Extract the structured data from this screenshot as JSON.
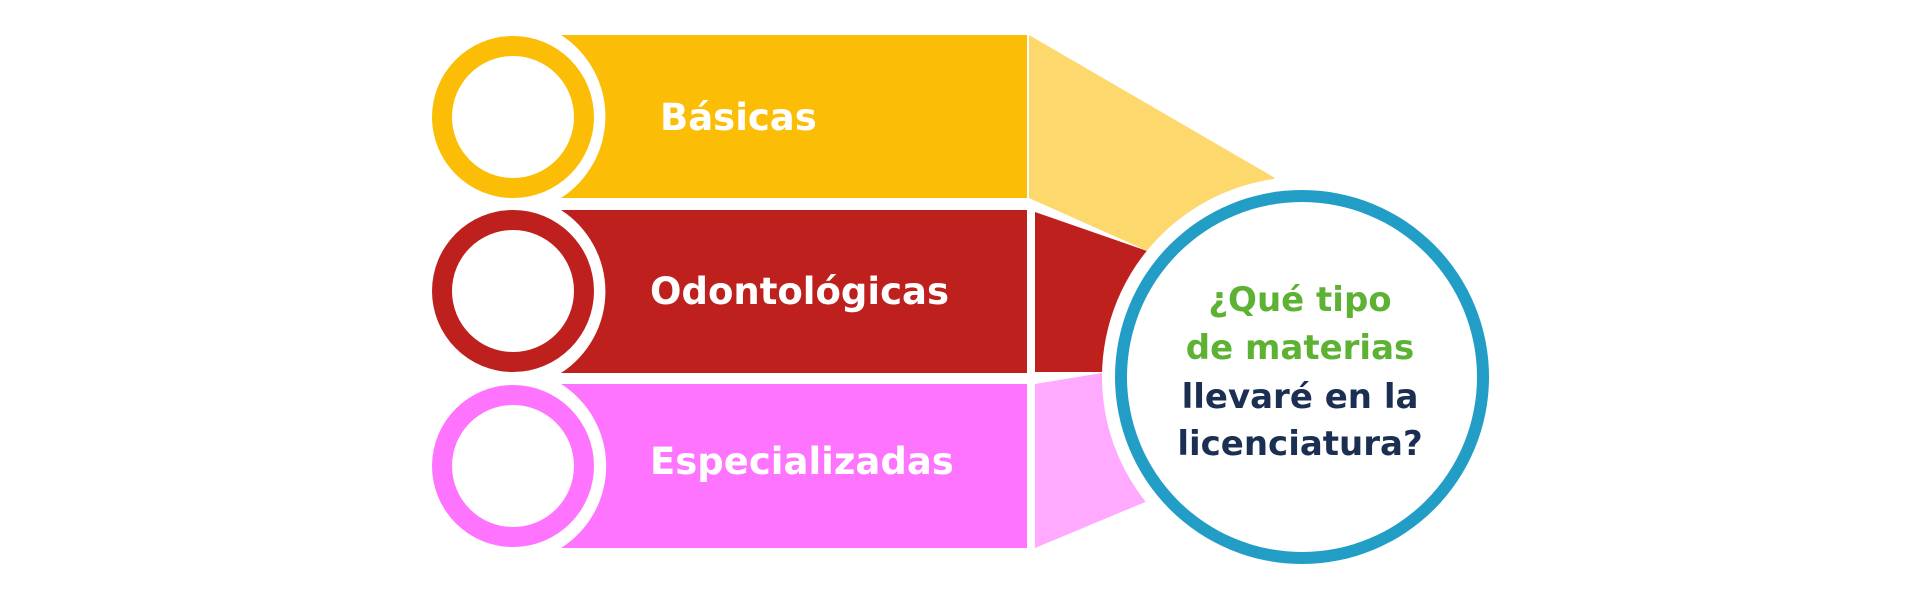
{
  "categories": [
    {
      "label": "Básicas",
      "color": "#fbbd06",
      "light_color": "#fdd86c"
    },
    {
      "label": "Odontológicas",
      "color": "#be201e",
      "light_color": "#be201e"
    },
    {
      "label": "Especializadas",
      "color": "#ff74ff",
      "light_color": "#ffa9ff"
    }
  ],
  "question": {
    "line1": "¿Qué tipo",
    "line2": "de materias",
    "line3": "llevaré en la",
    "line4": "licenciatura?",
    "green_color": "#5db133",
    "navy_color": "#1b2f52",
    "ring_color": "#229dc6"
  }
}
